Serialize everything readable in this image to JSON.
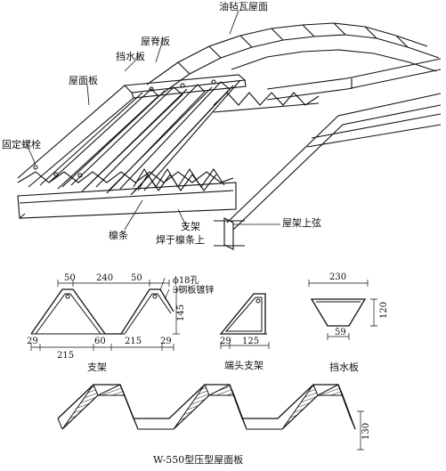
{
  "top_labels": {
    "roof_top": "油毡瓦屋面",
    "ridge_board": "屋脊板",
    "water_stop_board": "挡水板",
    "roof_panel": "屋面板",
    "fixing_bolt": "固定螺栓",
    "purlin": "檩条",
    "bracket": "支架",
    "weld_on_purlin": "焊于檩条上",
    "truss_top_chord": "屋架上弦"
  },
  "bracket_detail": {
    "dims_top": [
      "50",
      "240",
      "50"
    ],
    "hole": "ϕ18孔",
    "material": "3钢板镀锌",
    "height": "145",
    "dims_bottom": [
      "29",
      "215",
      "60",
      "215",
      "29"
    ],
    "caption": "支架"
  },
  "end_bracket_detail": {
    "dims_bottom": [
      "29",
      "125"
    ],
    "caption": "端头支架"
  },
  "water_stop_detail": {
    "width_top": "230",
    "height": "120",
    "bottom": "59",
    "caption": "挡水板"
  },
  "panel_detail": {
    "height": "130",
    "caption": "W-550型压型屋面板"
  }
}
